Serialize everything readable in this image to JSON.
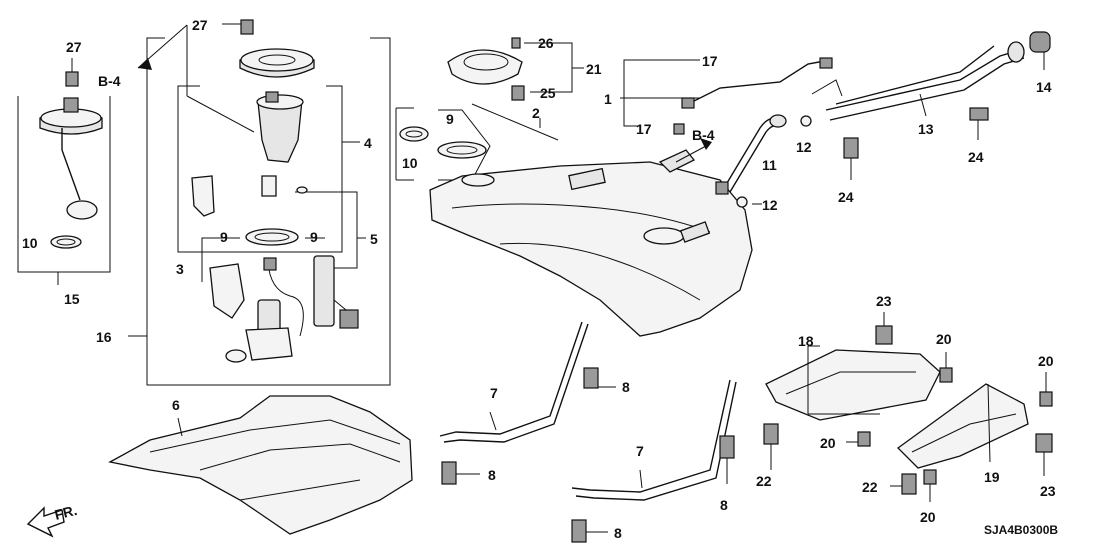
{
  "callouts": {
    "c1": "1",
    "c2": "2",
    "c3": "3",
    "c4": "4",
    "c5": "5",
    "c6": "6",
    "c7a": "7",
    "c7b": "7",
    "c8a": "8",
    "c8b": "8",
    "c8c": "8",
    "c8d": "8",
    "c9a": "9",
    "c9b": "9",
    "c9c": "9",
    "c10a": "10",
    "c10b": "10",
    "c11": "11",
    "c12a": "12",
    "c12b": "12",
    "c13": "13",
    "c14": "14",
    "c15": "15",
    "c16": "16",
    "c17a": "17",
    "c17b": "17",
    "c18": "18",
    "c19": "19",
    "c20a": "20",
    "c20b": "20",
    "c20c": "20",
    "c20d": "20",
    "c21": "21",
    "c22a": "22",
    "c22b": "22",
    "c23a": "23",
    "c23b": "23",
    "c24a": "24",
    "c24b": "24",
    "c25": "25",
    "c26": "26",
    "c27a": "27",
    "c27b": "27"
  },
  "refs": {
    "b4a": "B-4",
    "b4b": "B-4"
  },
  "direction_label": "FR.",
  "diagram_code": "SJA4B0300B"
}
